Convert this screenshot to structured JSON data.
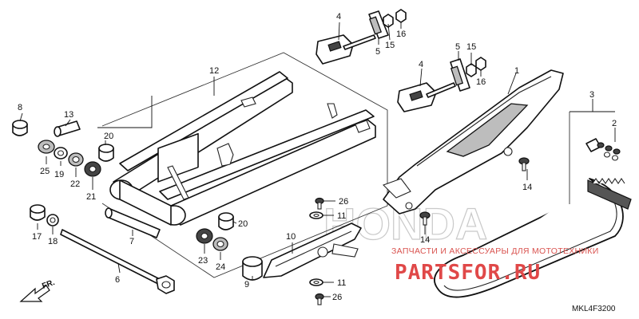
{
  "diagram": {
    "code": "MKL4F3200",
    "direction_label": "FR.",
    "watermark_text": "ЗАПЧАСТИ И АКСЕССУАРЫ ДЛЯ МОТОТЕХНИКИ",
    "watermark_logo": "PARTSFOR.RU",
    "brand_outline": "HONDA",
    "callouts": [
      {
        "id": "c1",
        "label": "1"
      },
      {
        "id": "c2",
        "label": "2"
      },
      {
        "id": "c3",
        "label": "3"
      },
      {
        "id": "c4a",
        "label": "4"
      },
      {
        "id": "c4b",
        "label": "4"
      },
      {
        "id": "c5a",
        "label": "5"
      },
      {
        "id": "c5b",
        "label": "5"
      },
      {
        "id": "c6",
        "label": "6"
      },
      {
        "id": "c7",
        "label": "7"
      },
      {
        "id": "c8",
        "label": "8"
      },
      {
        "id": "c9",
        "label": "9"
      },
      {
        "id": "c10",
        "label": "10"
      },
      {
        "id": "c11a",
        "label": "11"
      },
      {
        "id": "c11b",
        "label": "11"
      },
      {
        "id": "c12",
        "label": "12"
      },
      {
        "id": "c13",
        "label": "13"
      },
      {
        "id": "c14a",
        "label": "14"
      },
      {
        "id": "c14b",
        "label": "14"
      },
      {
        "id": "c15a",
        "label": "15"
      },
      {
        "id": "c15b",
        "label": "15"
      },
      {
        "id": "c16a",
        "label": "16"
      },
      {
        "id": "c16b",
        "label": "16"
      },
      {
        "id": "c17",
        "label": "17"
      },
      {
        "id": "c18",
        "label": "18"
      },
      {
        "id": "c19",
        "label": "19"
      },
      {
        "id": "c20a",
        "label": "20"
      },
      {
        "id": "c20b",
        "label": "20"
      },
      {
        "id": "c21",
        "label": "21"
      },
      {
        "id": "c22",
        "label": "22"
      },
      {
        "id": "c23",
        "label": "23"
      },
      {
        "id": "c24",
        "label": "24"
      },
      {
        "id": "c25",
        "label": "25"
      },
      {
        "id": "c26a",
        "label": "26"
      },
      {
        "id": "c26b",
        "label": "26"
      }
    ]
  }
}
